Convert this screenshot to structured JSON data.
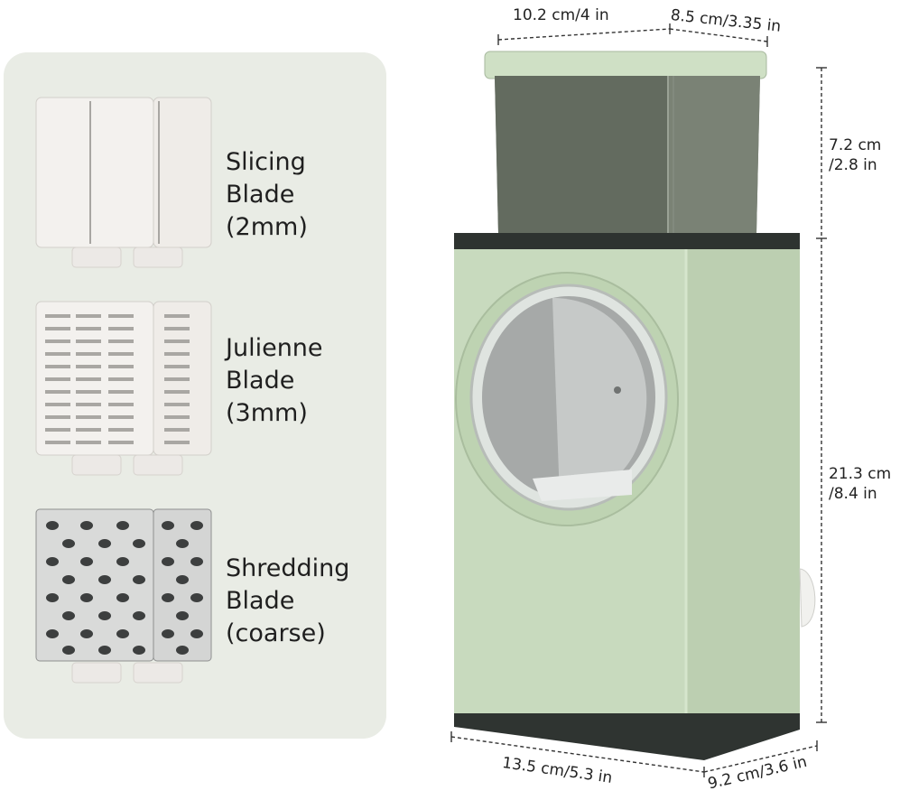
{
  "blades": [
    {
      "line1": "Slicing",
      "line2": "Blade",
      "line3": "(2mm)"
    },
    {
      "line1": "Julienne",
      "line2": "Blade",
      "line3": "(3mm)"
    },
    {
      "line1": "Shredding",
      "line2": "Blade",
      "line3": "(coarse)"
    }
  ],
  "dimensions": {
    "top_width": "10.2 cm/4 in",
    "top_depth": "8.5 cm/3.35 in",
    "hopper_height_1": "7.2 cm",
    "hopper_height_2": "/2.8 in",
    "body_height_1": "21.3 cm",
    "body_height_2": "/8.4 in",
    "base_width": "13.5 cm/5.3 in",
    "base_depth": "9.2 cm/3.6 in"
  },
  "colors": {
    "panel_bg": "#e9ece5",
    "body_green": "#c9dbbf",
    "hopper_dark": "#6d7468"
  }
}
